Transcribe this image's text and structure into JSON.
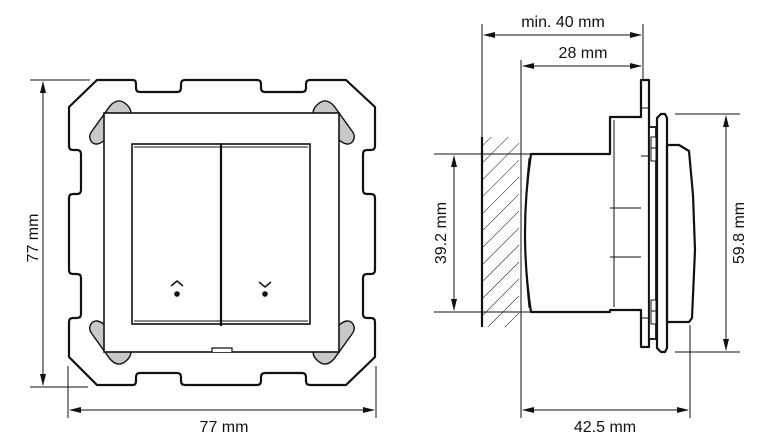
{
  "diagram": {
    "type": "technical-drawing",
    "subject": "two-gang blind switch insert, front view and side view with mounting dimensions",
    "front_view": {
      "dimensions": {
        "height_label": "77 mm",
        "width_label": "77 mm"
      },
      "buttons": [
        {
          "name": "up",
          "icon": "chevron-up-dot-icon"
        },
        {
          "name": "down",
          "icon": "chevron-down-dot-icon"
        }
      ]
    },
    "side_view": {
      "dimensions": {
        "min_depth_label": "min. 40 mm",
        "body_depth_label": "28 mm",
        "body_height_label": "39.2 mm",
        "cover_height_label": "59.8 mm",
        "total_depth_label": "42.5 mm"
      }
    }
  }
}
